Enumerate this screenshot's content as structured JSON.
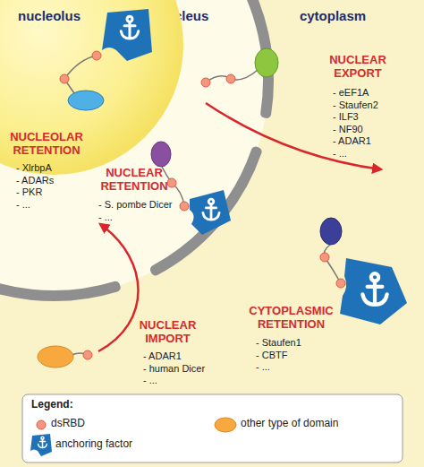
{
  "diagram": {
    "nodes": [
      {
        "text": [
          "cytoplasm"
        ]
      },
      {
        "text": [
          "nucleus"
        ],
        "in": 0
      },
      {
        "text": [
          "nucleolus"
        ],
        "in": 1
      }
    ],
    "labels": [
      "NUCLEOLAR RETENTION",
      "- XlrbpA",
      "- ADARs",
      "- PKR",
      "- ...",
      "NUCLEAR EXPORT",
      "- eEF1A",
      "- Staufen2",
      "- ILF3",
      "- NF90",
      "- ADAR1",
      "- ...",
      "NUCLEAR RETENTION",
      "- S. pombe Dicer",
      "- ...",
      "NUCLEAR IMPORT",
      "- ADAR1",
      "- human Dicer",
      "- ...",
      "CYTOPLASMIC RETENTION",
      "- Staufen1",
      "- CBTF",
      "- ...",
      "Legend:"
    ],
    "legend": [
      {
        "text": "dsRBD",
        "color": "#f4977f"
      },
      {
        "text": "other type of domain",
        "color": "#f7a83e"
      },
      {
        "text": "anchoring factor",
        "color": "#1f72b8"
      }
    ]
  }
}
